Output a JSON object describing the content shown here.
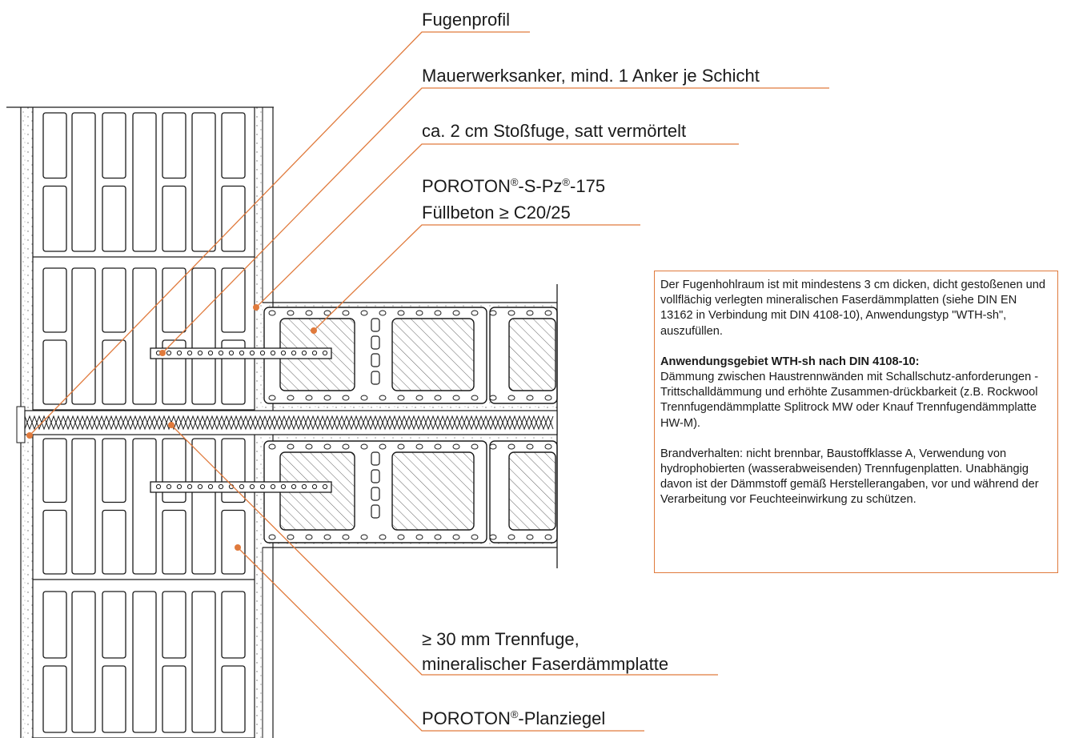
{
  "labels": {
    "fugenprofil": "Fugenprofil",
    "anker": "Mauerwerksanker, mind. 1 Anker je Schicht",
    "stossfuge": "ca. 2 cm Stoßfuge, satt vermörtelt",
    "poroton_s_pz_a": "POROTON",
    "poroton_s_pz_b": "-S-Pz",
    "poroton_s_pz_c": "-175",
    "reg": "®",
    "fuellbeton": "Füllbeton ≥ C20/25",
    "trennfuge_line1": "≥ 30 mm Trennfuge,",
    "trennfuge_line2": "mineralischer Faserdämmplatte",
    "planziegel_a": "POROTON",
    "planziegel_b": "-Planziegel"
  },
  "note": {
    "para1": "Der Fugenhohlraum ist mit mindestens 3 cm dicken, dicht gestoßenen und vollflächig verlegten mineralischen Faserdämmplatten (siehe DIN EN 13162 in Verbindung mit DIN 4108-10), Anwendungstyp \"WTH-sh\", auszufüllen.",
    "heading": "Anwendungsgebiet WTH-sh nach DIN 4108-10:",
    "para2": "Dämmung zwischen Haustrennwänden mit Schallschutz-anforderungen - Trittschalldämmung und erhöhte Zusammen-drückbarkeit (z.B. Rockwool Trennfugendämmplatte Splitrock MW oder Knauf Trennfugendämmplatte HW-M).",
    "para3": "Brandverhalten: nicht brennbar, Baustoffklasse A, Verwendung von hydrophobierten (wasserabweisenden) Trennfugenplatten. Unabhängig davon ist der Dämmstoff gemäß Herstellerangaben, vor und während der Verarbeitung vor Feuchteeinwirkung zu schützen."
  },
  "colors": {
    "leader": "#e07a3c",
    "line": "#1a1a1a",
    "hatch": "#555555"
  }
}
